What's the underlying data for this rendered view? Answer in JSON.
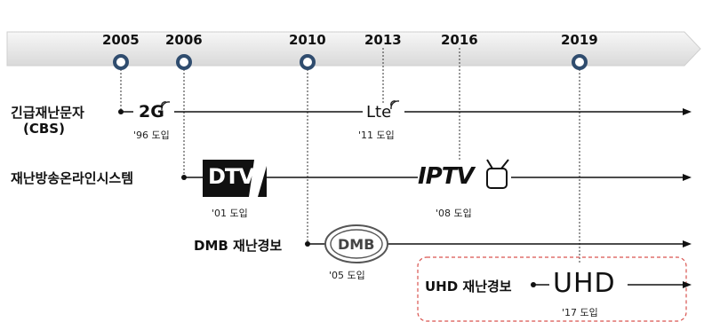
{
  "timeline": {
    "years": [
      "2005",
      "2006",
      "2010",
      "2013",
      "2016",
      "2019"
    ]
  },
  "rows": {
    "cbs": {
      "label_line1": "긴급재난문자",
      "label_line2": "(CBS)",
      "tech_a": "2G",
      "tech_a_caption": "'96 도입",
      "tech_b": "Lte",
      "tech_b_caption": "'11 도입"
    },
    "online": {
      "label": "재난방송온라인시스템",
      "tech_a": "DTV",
      "tech_a_caption": "'01 도입",
      "tech_b": "IPTV",
      "tech_b_caption": "'08 도입"
    },
    "dmb": {
      "label": "DMB 재난경보",
      "tech": "DMB",
      "tech_caption": "'05 도입"
    },
    "uhd": {
      "label": "UHD 재난경보",
      "tech": "UHD",
      "tech_caption": "'17 도입"
    }
  }
}
